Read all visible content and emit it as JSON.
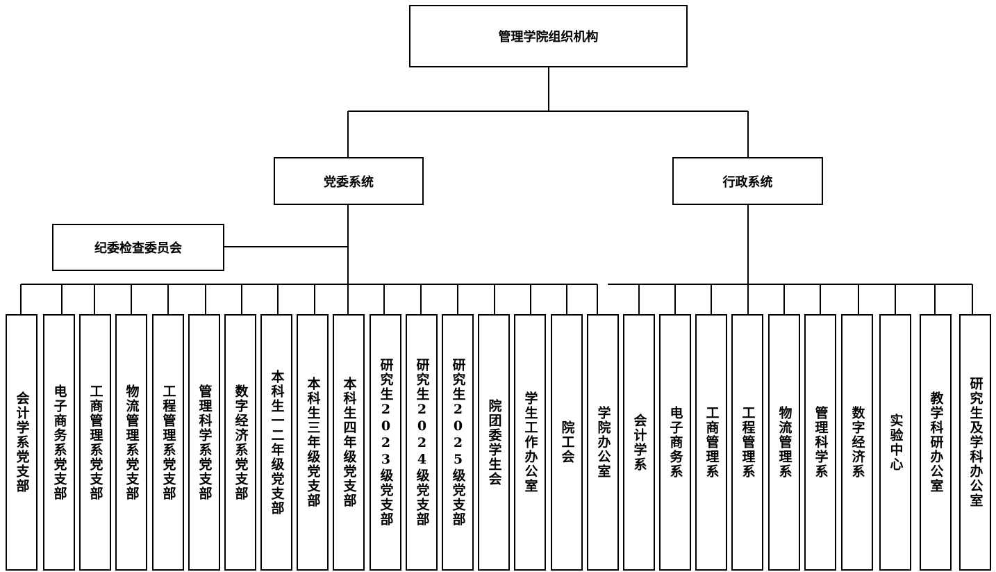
{
  "root": "管理学院组织机构",
  "party": {
    "title": "党委系统",
    "discipline": "纪委检查委员会",
    "units": [
      "会计学系党支部",
      "电子商务系党支部",
      "工商管理系党支部",
      "物流管理系党支部",
      "工程管理系党支部",
      "管理科学系党支部",
      "数字经济系党支部",
      "本科生一二年级党支部",
      "本科生三年级党支部",
      "本科生四年级党支部",
      "研究生2023级党支部",
      "研究生2024级党支部",
      "研究生2025级党支部",
      "院团委学生会",
      "学生工作办公室",
      "院工会"
    ]
  },
  "admin": {
    "title": "行政系统",
    "units": [
      "学院办公室",
      "会计学系",
      "电子商务系",
      "工商管理系",
      "工程管理系",
      "物流管理系",
      "管理科学系",
      "数字经济系",
      "实验中心",
      "教学科研办公室",
      "研究生及学科办公室"
    ]
  }
}
